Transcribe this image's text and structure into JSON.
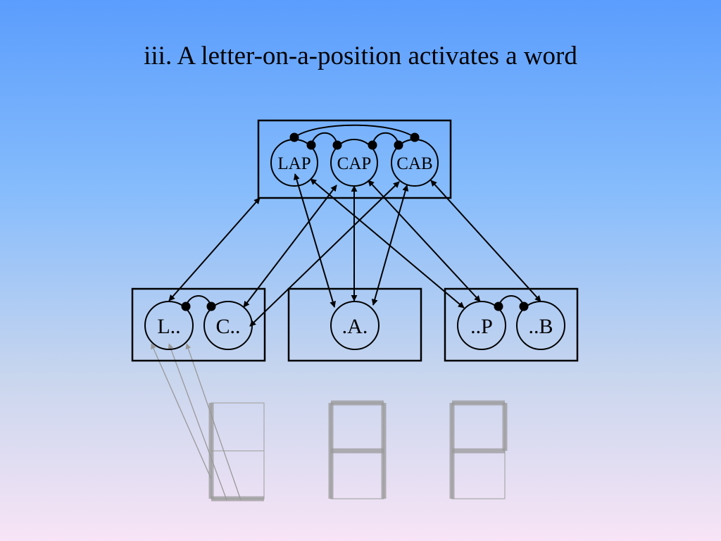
{
  "title": "iii. A letter-on-a-position activates a word",
  "word_layer": {
    "nodes": [
      {
        "id": "lap",
        "label": "LAP"
      },
      {
        "id": "cap",
        "label": "CAP"
      },
      {
        "id": "cab",
        "label": "CAB"
      }
    ]
  },
  "letter_layer": {
    "groups": [
      {
        "id": "pos1",
        "nodes": [
          {
            "id": "l",
            "label": "L.."
          },
          {
            "id": "c",
            "label": "C.."
          }
        ]
      },
      {
        "id": "pos2",
        "nodes": [
          {
            "id": "a",
            "label": ".A."
          }
        ]
      },
      {
        "id": "pos3",
        "nodes": [
          {
            "id": "p",
            "label": "..P"
          },
          {
            "id": "b",
            "label": "..B"
          }
        ]
      }
    ]
  },
  "colors": {
    "line": "#000000",
    "feature": "#9a9a9a",
    "feature_light": "#b0b0b0"
  }
}
